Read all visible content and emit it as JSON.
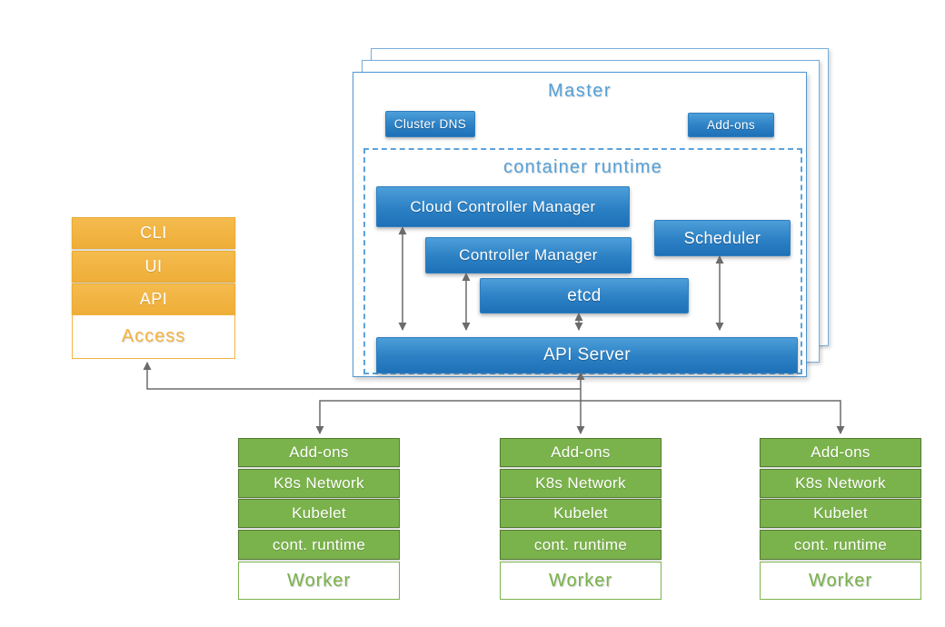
{
  "master": {
    "title": "Master",
    "cluster_dns_label": "Cluster DNS",
    "addons_label": "Add-ons",
    "container_runtime": {
      "title": "container runtime",
      "cloud_controller_manager": "Cloud Controller Manager",
      "controller_manager": "Controller Manager",
      "scheduler": "Scheduler",
      "etcd": "etcd",
      "api_server": "API Server"
    }
  },
  "access_stack": {
    "rows": [
      "CLI",
      "UI",
      "API"
    ],
    "title": "Access"
  },
  "workers": [
    {
      "rows": [
        "Add-ons",
        "K8s Network",
        "Kubelet",
        "cont. runtime"
      ],
      "title": "Worker"
    },
    {
      "rows": [
        "Add-ons",
        "K8s Network",
        "Kubelet",
        "cont. runtime"
      ],
      "title": "Worker"
    },
    {
      "rows": [
        "Add-ons",
        "K8s Network",
        "Kubelet",
        "cont. runtime"
      ],
      "title": "Worker"
    }
  ],
  "colors": {
    "blue_gradient_top": "#4c9fd9",
    "blue_gradient_bottom": "#1e71b8",
    "blue_border": "#4f96d2",
    "blue_title_text": "#55a1d8",
    "orange": "#f2b445",
    "green": "#7ab24b",
    "connector_gray": "#6b6b6b"
  }
}
